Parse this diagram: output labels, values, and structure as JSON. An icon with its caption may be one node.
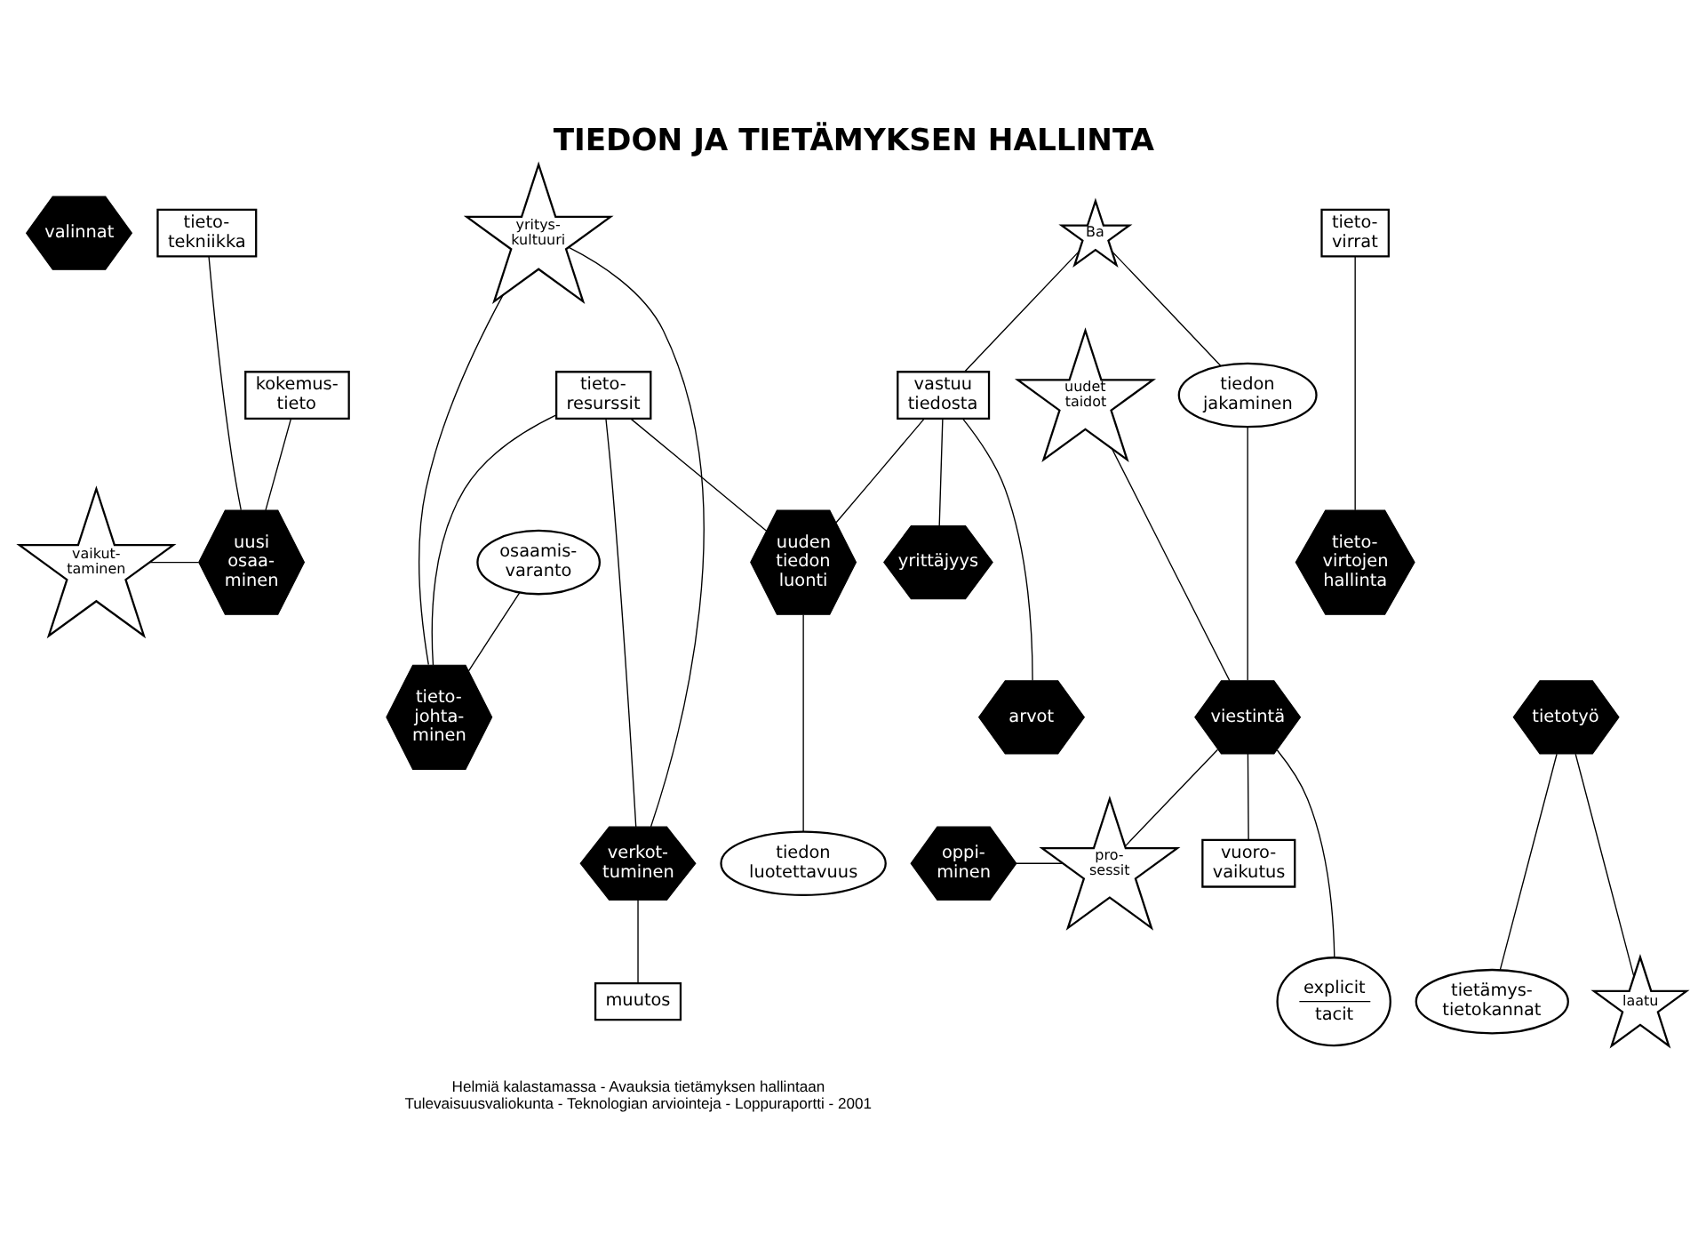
{
  "diagram": {
    "title": "TIEDON JA TIETÄMYKSEN HALLINTA",
    "caption": "Helmiä kalastamassa - Avauksia tietämyksen hallintaan Tulevaisuusvaliokunta - Teknologian arviointeja - Loppuraportti - 2001",
    "nodes": [
      {
        "text": [
          "valinnat"
        ]
      },
      {
        "text": [
          "tieto- tekniikka"
        ]
      },
      {
        "text": [
          "kokemus- tieto"
        ]
      },
      {
        "text": [
          "yritys- kultuuri"
        ]
      },
      {
        "text": [
          "Ba"
        ]
      },
      {
        "text": [
          "tieto- virrat"
        ]
      },
      {
        "text": [
          "tieto- resurssit"
        ]
      },
      {
        "text": [
          "vastuu tiedosta"
        ]
      },
      {
        "text": [
          "tiedon jakaminen"
        ]
      },
      {
        "text": [
          "uudet taidot"
        ]
      },
      {
        "text": [
          "uusi osaa- minen"
        ]
      },
      {
        "text": [
          "vaikut- taminen"
        ]
      },
      {
        "text": [
          "uuden tiedon luonti"
        ]
      },
      {
        "text": [
          "osaamis- varanto"
        ]
      },
      {
        "text": [
          "tieto- virtojen hallinta"
        ]
      },
      {
        "text": [
          "yrittäjyys"
        ]
      },
      {
        "text": [
          "arvot"
        ]
      },
      {
        "text": [
          "viestintä"
        ]
      },
      {
        "text": [
          "tietotyö"
        ]
      },
      {
        "text": [
          "tiedon luotettavuus"
        ]
      },
      {
        "text": [
          "tieto- johta- minen"
        ]
      },
      {
        "text": [
          "verkot- tuminen"
        ]
      },
      {
        "text": [
          "oppi- minen"
        ]
      },
      {
        "text": [
          "vuoro- vaikutus"
        ]
      },
      {
        "text": [
          "pro- sessit"
        ]
      },
      {
        "text": [
          "tietämys- tietokannat"
        ]
      },
      {
        "text": [
          "laatu"
        ]
      },
      {
        "text": [
          "muutos"
        ]
      },
      {
        "text": [
          "explicit",
          "tacit"
        ]
      }
    ],
    "edges": [
      {
        "from": 2,
        "to": 10,
        "arrow": "none"
      },
      {
        "from": 1,
        "to": 10,
        "arrow": "none"
      },
      {
        "from": 11,
        "to": 10,
        "arrow": "none"
      },
      {
        "from": 3,
        "to": 21,
        "arrow": "none"
      },
      {
        "from": 3,
        "to": 20,
        "arrow": "none"
      },
      {
        "from": 4,
        "to": 7,
        "arrow": "none"
      },
      {
        "from": 4,
        "to": 8,
        "arrow": "none"
      },
      {
        "from": 5,
        "to": 14,
        "arrow": "none"
      },
      {
        "from": 6,
        "to": 12,
        "arrow": "none"
      },
      {
        "from": 6,
        "to": 21,
        "arrow": "none"
      },
      {
        "from": 6,
        "to": 20,
        "arrow": "none"
      },
      {
        "from": 7,
        "to": 12,
        "arrow": "none"
      },
      {
        "from": 7,
        "to": 16,
        "arrow": "none"
      },
      {
        "from": 7,
        "to": 15,
        "arrow": "none"
      },
      {
        "from": 8,
        "to": 17,
        "arrow": "none"
      },
      {
        "from": 9,
        "to": 17,
        "arrow": "none"
      },
      {
        "from": 12,
        "to": 19,
        "arrow": "none"
      },
      {
        "from": 13,
        "to": 20,
        "arrow": "none"
      },
      {
        "from": 17,
        "to": 23,
        "arrow": "none"
      },
      {
        "from": 17,
        "to": 24,
        "arrow": "none"
      },
      {
        "from": 17,
        "to": 28,
        "arrow": "none"
      },
      {
        "from": 18,
        "to": 26,
        "arrow": "none"
      },
      {
        "from": 18,
        "to": 25,
        "arrow": "none"
      },
      {
        "from": 21,
        "to": 27,
        "arrow": "none"
      },
      {
        "from": 22,
        "to": 24,
        "arrow": "none"
      }
    ]
  }
}
